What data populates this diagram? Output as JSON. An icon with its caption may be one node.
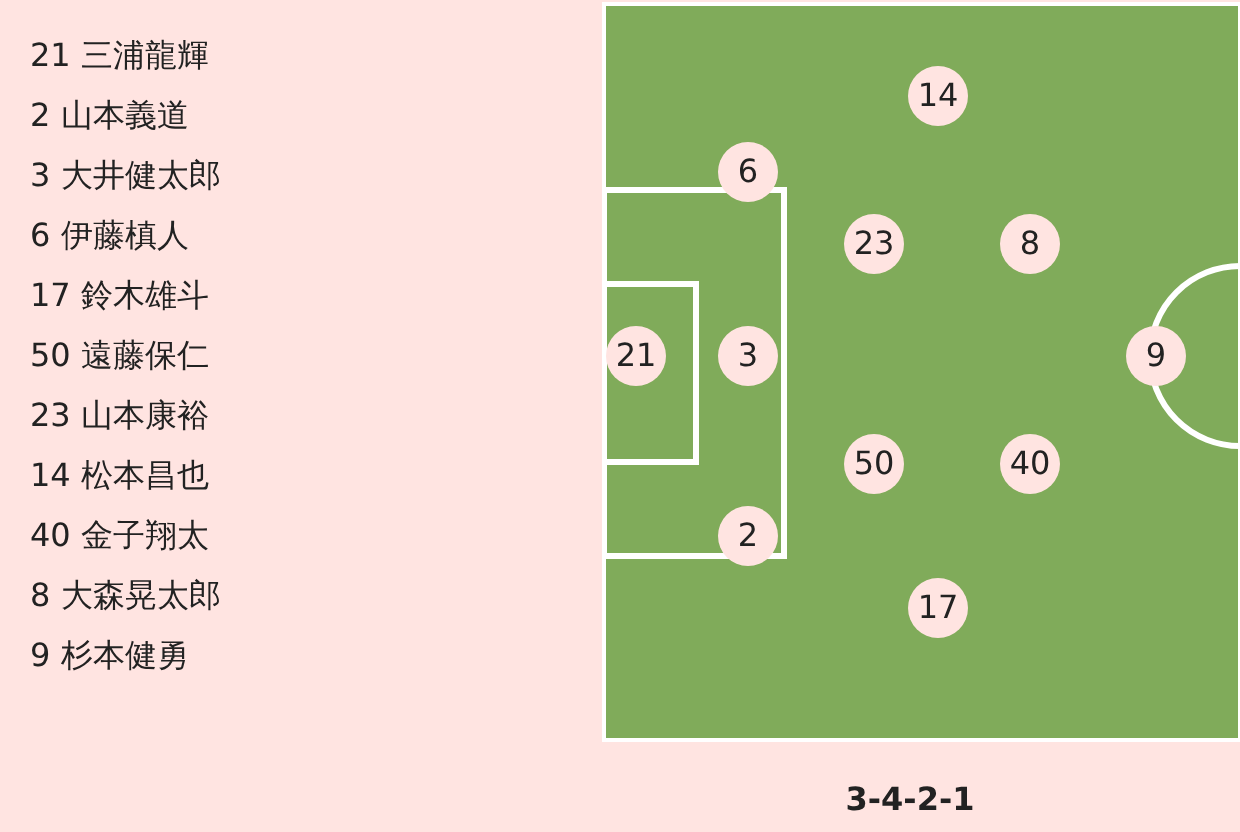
{
  "diagram": {
    "caption": "3-4-2-1",
    "nodes": [
      {
        "text": [
          "14"
        ]
      },
      {
        "text": [
          "6"
        ]
      },
      {
        "text": [
          "23"
        ]
      },
      {
        "text": [
          "8"
        ]
      },
      {
        "text": [
          "21"
        ]
      },
      {
        "text": [
          "3"
        ]
      },
      {
        "text": [
          "9"
        ]
      },
      {
        "text": [
          "50"
        ]
      },
      {
        "text": [
          "40"
        ]
      },
      {
        "text": [
          "2"
        ]
      },
      {
        "text": [
          "17"
        ]
      }
    ],
    "edges": [],
    "labels": [
      "21 三浦龍輝",
      "2 山本義道",
      "3 大井健太郎",
      "6 伊藤槙人",
      "17 鈴木雄斗",
      "50 遠藤保仁",
      "23 山本康裕",
      "14 松本昌也",
      "40 金子翔太",
      "8 大森晃太郎",
      "9 杉本健勇"
    ]
  }
}
